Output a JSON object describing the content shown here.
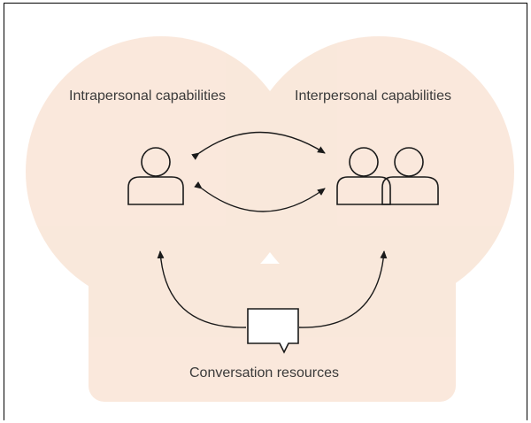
{
  "diagram": {
    "left_circle_label": "Intrapersonal capabilities",
    "right_circle_label": "Interpersonal capabilities",
    "bottom_box_label": "Conversation resources"
  },
  "colors": {
    "fill": "#f6d9c4",
    "stroke": "#1a1a1a",
    "text": "#3a3a3a"
  }
}
